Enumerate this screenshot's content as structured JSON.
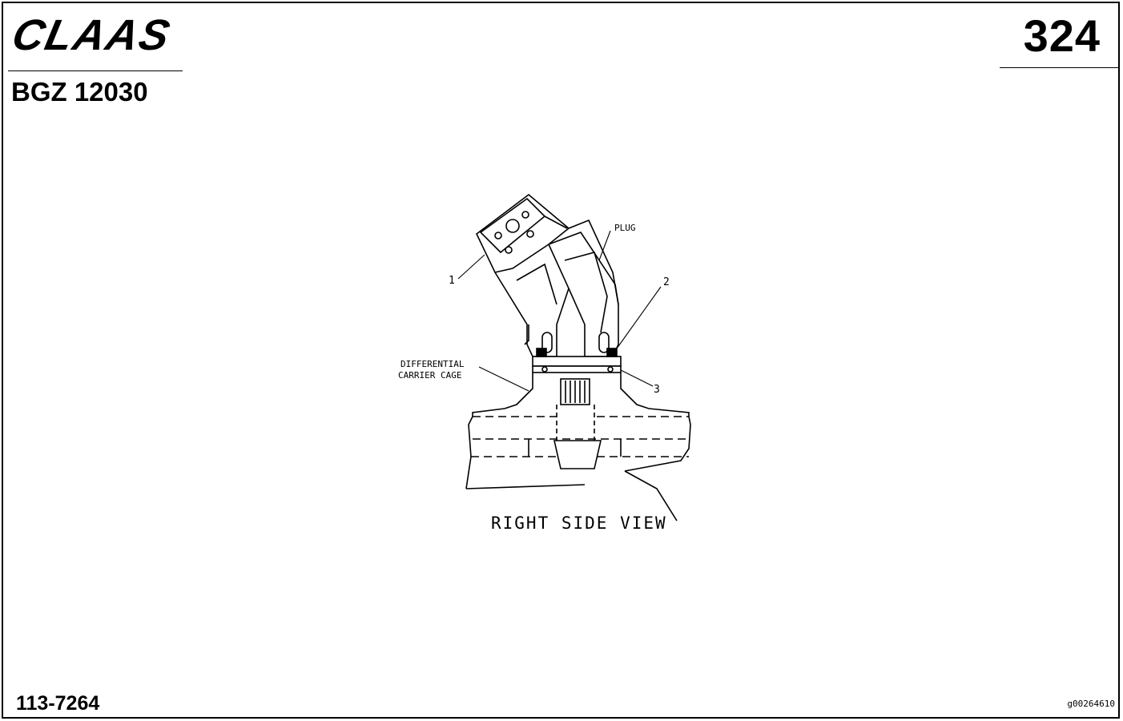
{
  "header": {
    "brand": "CLAAS",
    "page_number": "324",
    "model": "BGZ 12030"
  },
  "footer": {
    "part_number": "113-7264",
    "image_code": "g00264610"
  },
  "diagram": {
    "view_title": "RIGHT SIDE VIEW",
    "callouts": {
      "item1": "1",
      "item2": "2",
      "item3": "3",
      "plug": "PLUG",
      "diff_line1": "DIFFERENTIAL",
      "diff_line2": "CARRIER CAGE"
    }
  }
}
